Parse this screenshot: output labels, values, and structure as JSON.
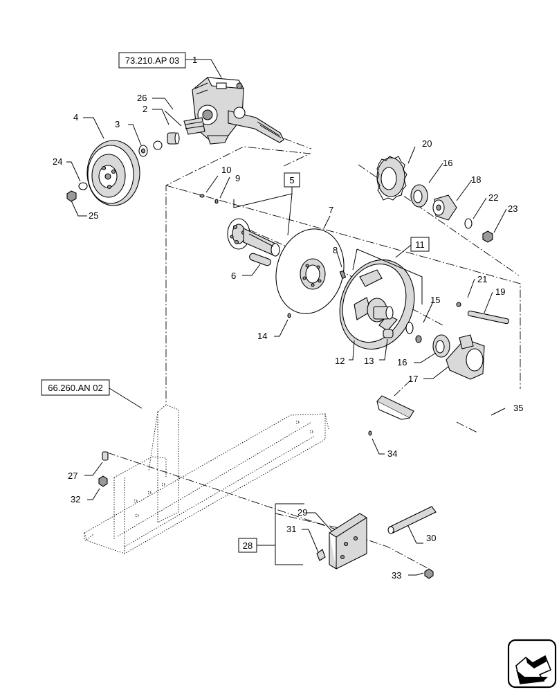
{
  "references": {
    "top": "73.210.AP 03",
    "left": "66.260.AN 02"
  },
  "kits": {
    "k5": "5",
    "k11": "11",
    "k28": "28"
  },
  "callouts": {
    "c1": "1",
    "c2": "2",
    "c3": "3",
    "c4": "4",
    "c6": "6",
    "c7": "7",
    "c8": "8",
    "c9": "9",
    "c10": "10",
    "c12": "12",
    "c13": "13",
    "c14": "14",
    "c15": "15",
    "c16a": "16",
    "c16b": "16",
    "c17": "17",
    "c18": "18",
    "c19": "19",
    "c20": "20",
    "c21": "21",
    "c22": "22",
    "c23": "23",
    "c24": "24",
    "c25": "25",
    "c26": "26",
    "c27": "27",
    "c29": "29",
    "c30": "30",
    "c31": "31",
    "c32": "32",
    "c33": "33",
    "c34": "34",
    "c35": "35"
  },
  "icons": {
    "nav": "next-page-arrow-icon"
  }
}
